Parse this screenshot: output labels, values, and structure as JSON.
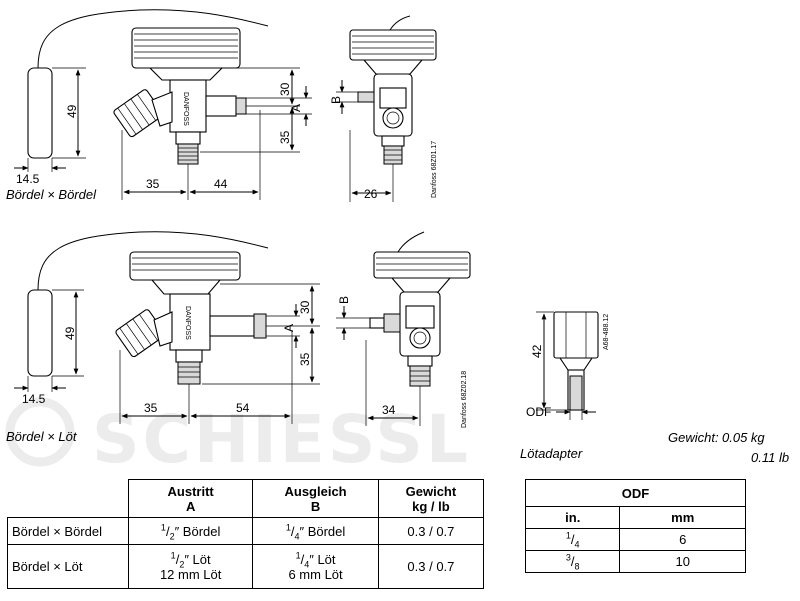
{
  "watermark": "SCHIESSL",
  "drawing1": {
    "caption": "Bördel × Bördel",
    "dims": {
      "bulb_width": "14.5",
      "bulb_height": "49",
      "left_length": "35",
      "right_length": "44",
      "upper_height": "30",
      "lower_height": "35",
      "port_a": "A",
      "side_width": "26",
      "port_b": "B"
    },
    "ref_code": "Danfoss 68Z01.17",
    "brand_on_valve": "DANFOSS"
  },
  "drawing2": {
    "caption": "Bördel × Löt",
    "dims": {
      "bulb_width": "14.5",
      "bulb_height": "49",
      "left_length": "35",
      "right_length": "54",
      "upper_height": "30",
      "lower_height": "35",
      "port_a": "A",
      "side_width": "34",
      "port_b": "B"
    },
    "ref_code": "Danfoss 68Z02.18",
    "brand_on_valve": "DANFOSS"
  },
  "adapter": {
    "height_dim": "42",
    "odf_label": "ODF",
    "ref_code": "A68-488.12",
    "caption": "Lötadapter",
    "weight_label": "Gewicht:",
    "weight_kg": "0.05 kg",
    "weight_lb": "0.11  lb"
  },
  "table_main": {
    "headers": [
      {
        "line1": "Austritt",
        "line2": "A"
      },
      {
        "line1": "Ausgleich",
        "line2": "B"
      },
      {
        "line1": "Gewicht",
        "line2": "kg / lb"
      }
    ],
    "rows": [
      {
        "type": "Bördel × Bördel",
        "outlet": {
          "num": "1",
          "den": "2",
          "text": "″ Bördel"
        },
        "equalizer": {
          "num": "1",
          "den": "4",
          "text": "″ Bördel"
        },
        "weight": "0.3 / 0.7"
      },
      {
        "type": "Bördel × Löt",
        "outlet": {
          "num": "1",
          "den": "2",
          "text": "″ Löt",
          "mm": "12 mm Löt"
        },
        "equalizer": {
          "num": "1",
          "den": "4",
          "text": "″ Löt",
          "mm": "6 mm Löt"
        },
        "weight": "0.3 / 0.7"
      }
    ]
  },
  "table_odf": {
    "title": "ODF",
    "col_in": "in.",
    "col_mm": "mm",
    "rows": [
      {
        "num": "1",
        "den": "4",
        "mm": "6"
      },
      {
        "num": "3",
        "den": "8",
        "mm": "10"
      }
    ]
  }
}
